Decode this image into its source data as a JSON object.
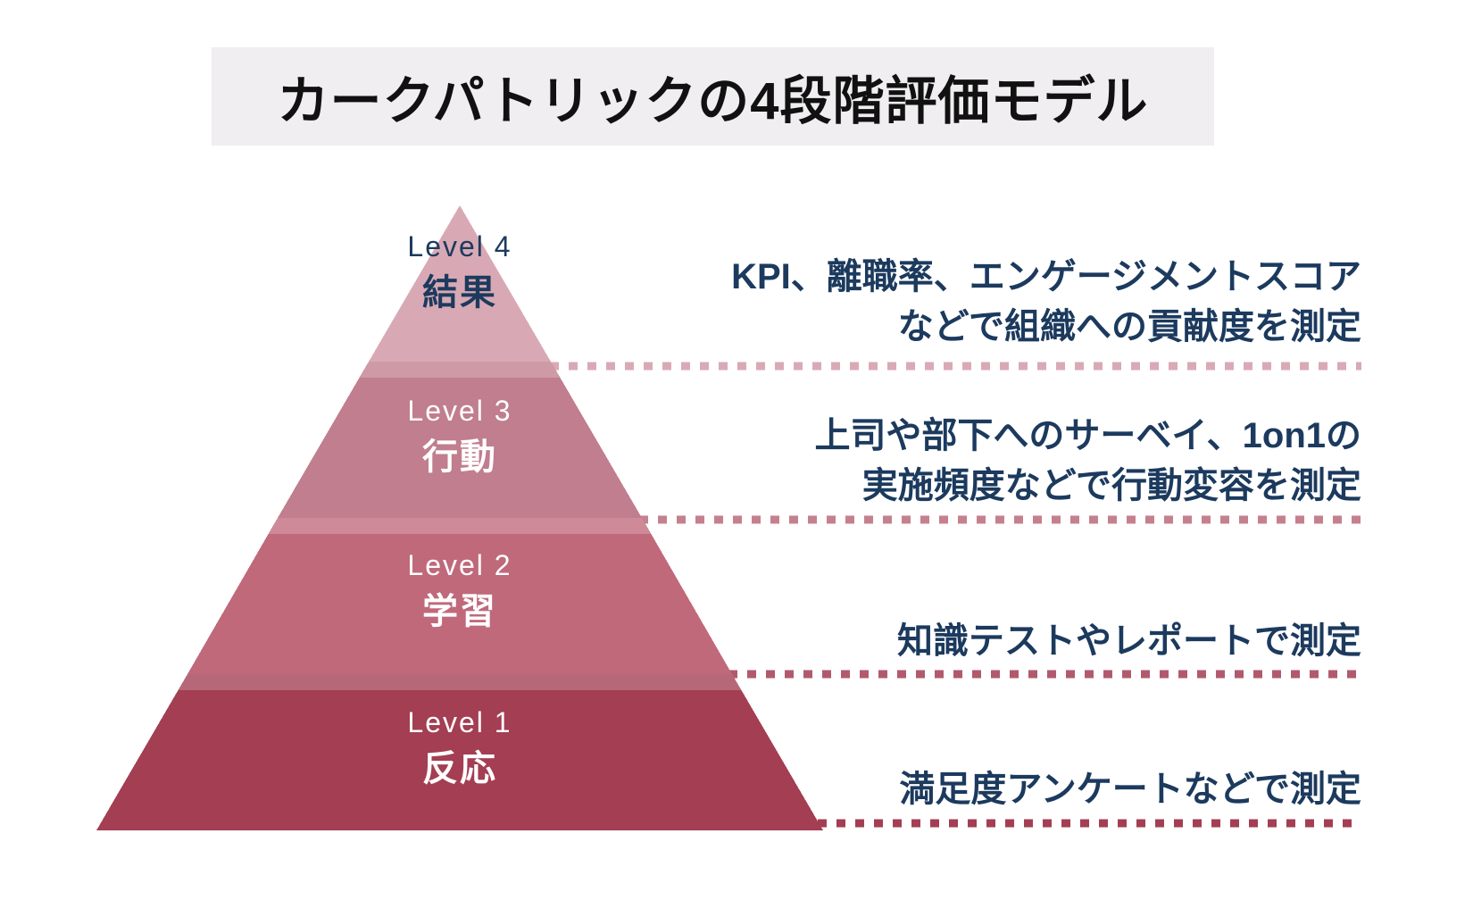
{
  "header": {
    "title": "カークパトリックの4段階評価モデル",
    "text_color": "#111111",
    "background": "#f0eef0"
  },
  "pyramid": {
    "levels": [
      {
        "level_label": "Level 4",
        "name": "結果",
        "fill": "#d8a9b4",
        "label_color": "#1c3a5e",
        "divider_color": "#d9aab5",
        "description_lines": [
          "KPI、離職率、エンゲージメントスコア",
          "などで組織への貢献度を測定"
        ]
      },
      {
        "level_label": "Level 3",
        "name": "行動",
        "fill": "#c07e8e",
        "label_color": "#ffffff",
        "divider_color": "#c5808f",
        "description_lines": [
          "上司や部下へのサーベイ、1on1の",
          "実施頻度などで行動変容を測定"
        ]
      },
      {
        "level_label": "Level 2",
        "name": "学習",
        "fill": "#c0697b",
        "label_color": "#ffffff",
        "divider_color": "#b25a6d",
        "description_lines": [
          "知識テストやレポートで測定"
        ]
      },
      {
        "level_label": "Level 1",
        "name": "反応",
        "fill": "#a33e53",
        "label_color": "#ffffff",
        "divider_color": "#a33e53",
        "description_lines": [
          "満足度アンケートなどで測定"
        ]
      }
    ],
    "description_text_color": "#1c3a5e"
  }
}
